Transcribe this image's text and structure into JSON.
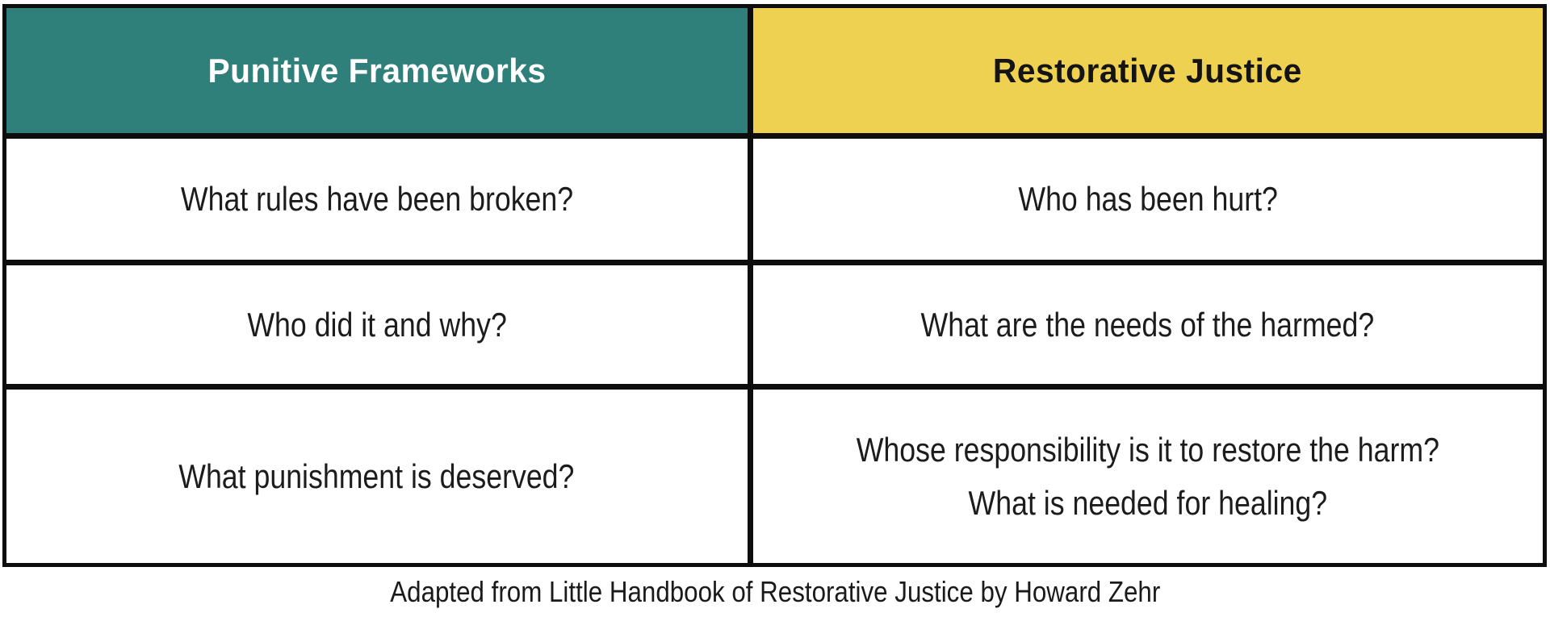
{
  "table": {
    "columns": [
      {
        "header": "Punitive Frameworks",
        "color": "#2F7F7B",
        "text_color": "#FFFFFF"
      },
      {
        "header": "Restorative Justice",
        "color": "#EFD152",
        "text_color": "#141414"
      }
    ],
    "rows": [
      {
        "punitive": "What rules have been broken?",
        "restorative": "Who has been hurt?"
      },
      {
        "punitive": "Who did it and why?",
        "restorative": "What are the needs of the harmed?"
      },
      {
        "punitive": "What punishment is deserved?",
        "restorative": "Whose responsibility is it to restore the harm?\nWhat is needed for healing?"
      }
    ],
    "border_color": "#0D0D0D"
  },
  "caption": "Adapted from Little Handbook of Restorative Justice by Howard Zehr"
}
